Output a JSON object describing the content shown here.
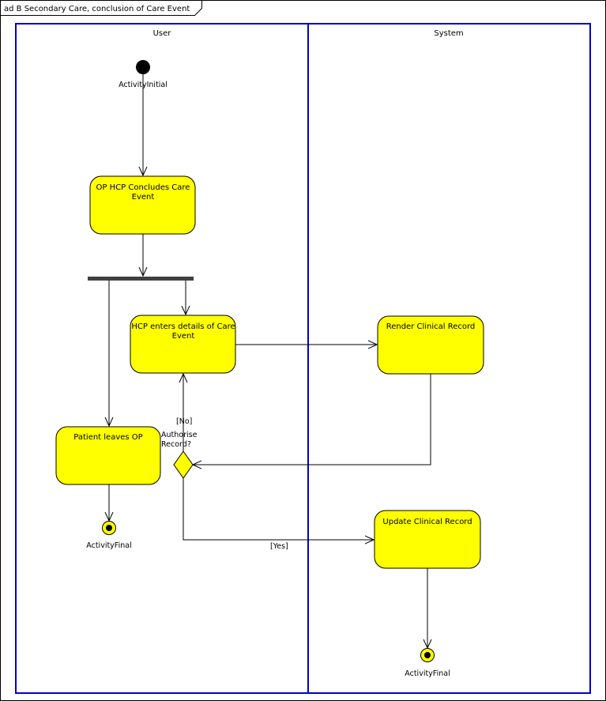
{
  "frame": {
    "title": "ad B Secondary Care, conclusion of Care Event"
  },
  "lanes": [
    {
      "label": "User"
    },
    {
      "label": "System"
    }
  ],
  "nodes": {
    "initial": {
      "label": "ActivityInitial"
    },
    "conclude": {
      "line1": "OP HCP Concludes Care",
      "line2": "Event"
    },
    "enter_details": {
      "line1": "HCP enters details of Care",
      "line2": "Event"
    },
    "patient_leaves": {
      "line1": "Patient leaves OP"
    },
    "render": {
      "line1": "Render Clinical Record"
    },
    "update": {
      "line1": "Update Clinical Record"
    },
    "decision": {
      "line1": "Authorise",
      "line2": "Record?"
    },
    "final_user": {
      "label": "ActivityFinal"
    },
    "final_system": {
      "label": "ActivityFinal"
    }
  },
  "guards": {
    "no": "[No]",
    "yes": "[Yes]"
  },
  "colors": {
    "action_fill": "#ffff00",
    "lane_border": "#0000cc",
    "fork_bar": "#404040"
  }
}
